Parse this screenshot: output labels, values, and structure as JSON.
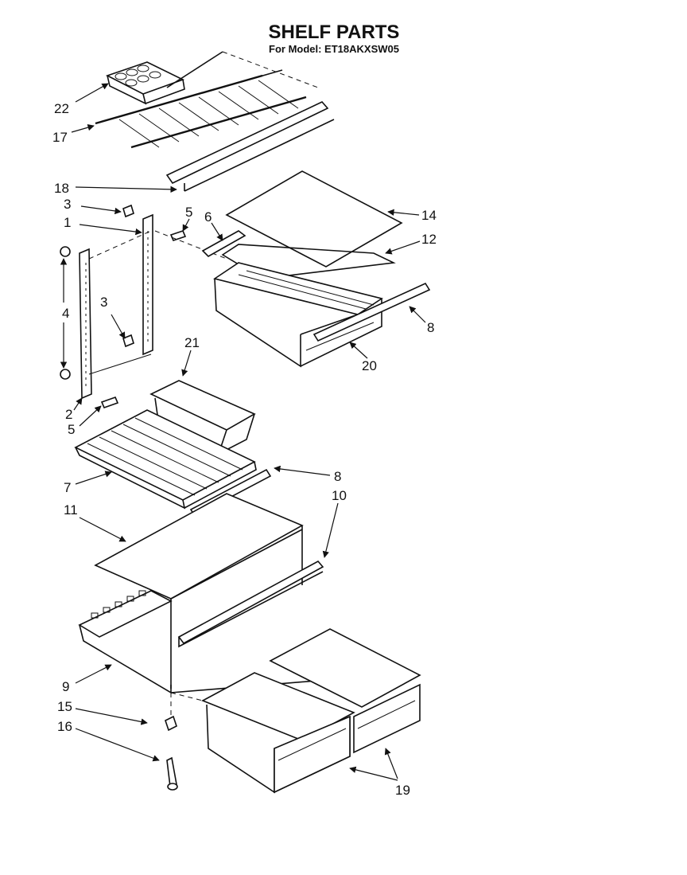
{
  "title": "SHELF PARTS",
  "subtitle": "For Model: ET18AKXSW05",
  "callouts": {
    "c22": "22",
    "c17": "17",
    "c18": "18",
    "c3a": "3",
    "c1": "1",
    "c5a": "5",
    "c6": "6",
    "c14": "14",
    "c12": "12",
    "c4": "4",
    "c3b": "3",
    "c8a": "8",
    "c20": "20",
    "c21": "21",
    "c2": "2",
    "c5b": "5",
    "c7": "7",
    "c8b": "8",
    "c11": "11",
    "c10": "10",
    "c9": "9",
    "c15": "15",
    "c16": "16",
    "c19": "19"
  }
}
